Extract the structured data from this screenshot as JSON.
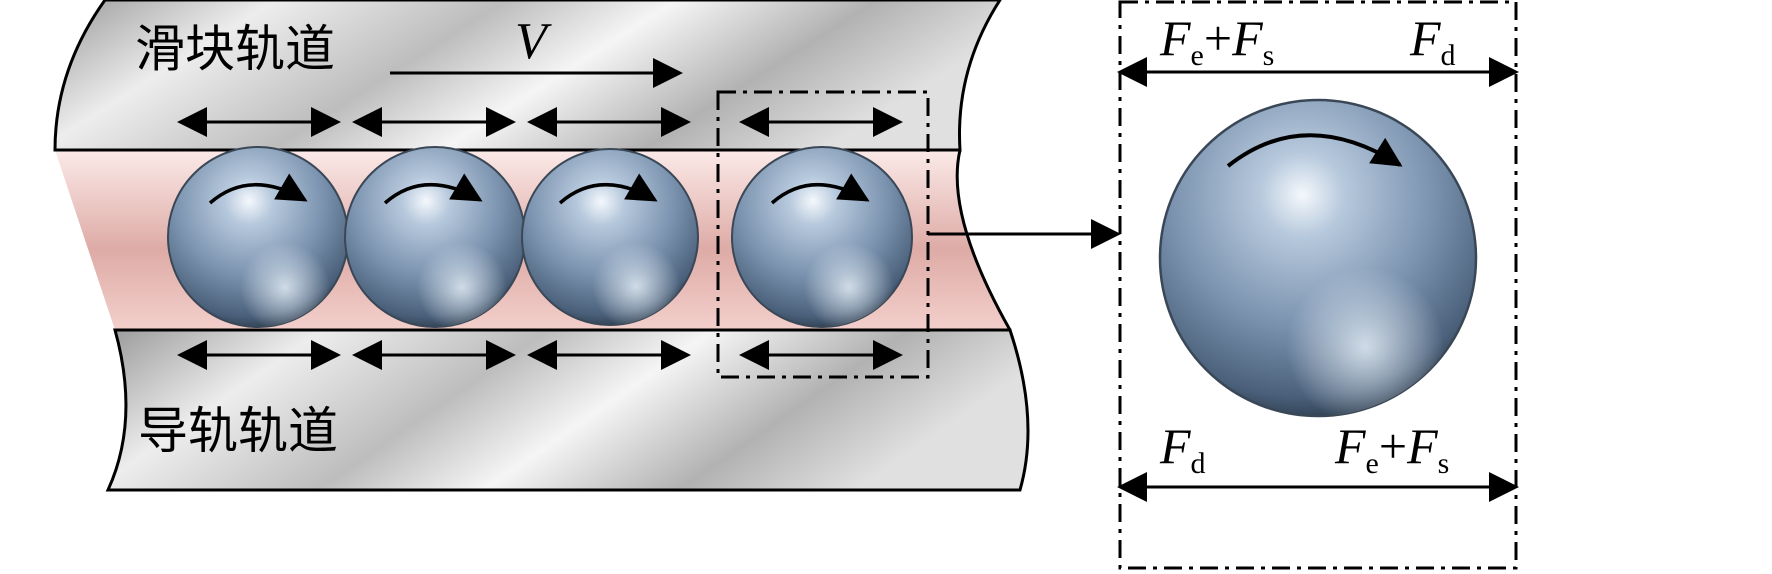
{
  "labels": {
    "slider_track": "滑块轨道",
    "guide_track": "导轨轨道",
    "velocity": "V"
  },
  "forces": {
    "top_left": {
      "main": "F",
      "sub1": "e",
      "plus": "+",
      "main2": "F",
      "sub2": "s"
    },
    "top_right": {
      "main": "F",
      "sub": "d"
    },
    "bottom_left": {
      "main": "F",
      "sub": "d"
    },
    "bottom_right": {
      "main": "F",
      "sub1": "e",
      "plus": "+",
      "main2": "F",
      "sub2": "s"
    }
  },
  "colors": {
    "rail_light": "#f2f2f2",
    "rail_dark": "#a9a9a9",
    "channel_light": "#f8e2e0",
    "channel_dark": "#d8a6a2",
    "ball_light": "#dde8f4",
    "ball_mid": "#7f97b3",
    "ball_dark": "#2f4258",
    "ink": "#000000"
  }
}
